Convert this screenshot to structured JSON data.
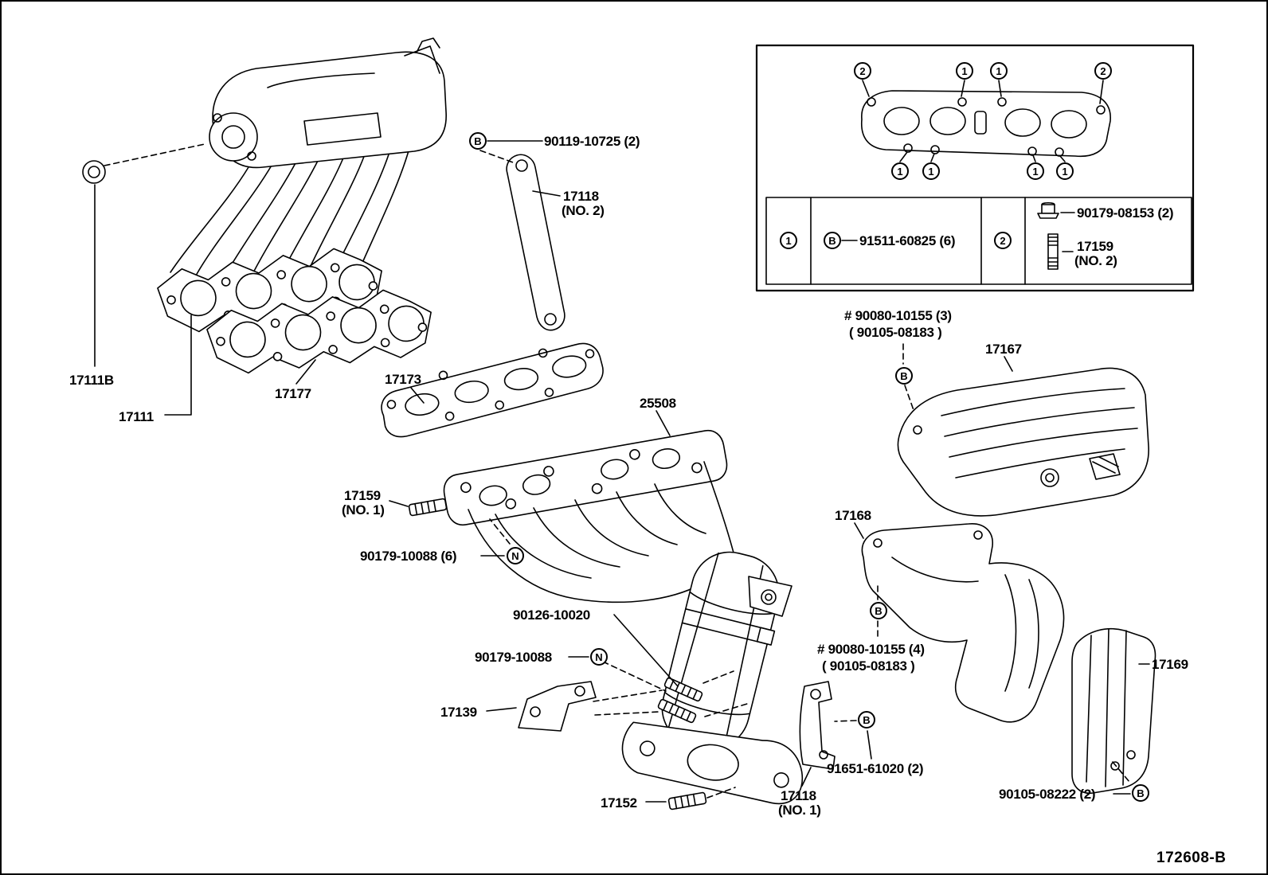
{
  "meta": {
    "sheet_code": "172608-B"
  },
  "symbols": {
    "b": "B",
    "n": "N"
  },
  "callouts": {
    "c1": "1",
    "c2": "2"
  },
  "labels": {
    "p90119": {
      "text": "90119-10725 (2)"
    },
    "p17118_2a": {
      "text": "17118"
    },
    "p17118_2b": {
      "text": "(NO. 2)"
    },
    "p17111b": {
      "text": "17111B"
    },
    "p17111": {
      "text": "17111"
    },
    "p17177": {
      "text": "17177"
    },
    "p17173": {
      "text": "17173"
    },
    "p25508": {
      "text": "25508"
    },
    "p17159a": {
      "text": "17159"
    },
    "p17159b": {
      "text": "(NO. 1)"
    },
    "p90179x6": {
      "text": "90179-10088 (6)"
    },
    "p90126": {
      "text": "90126-10020"
    },
    "p90179": {
      "text": "90179-10088"
    },
    "p17139": {
      "text": "17139"
    },
    "p17152": {
      "text": "17152"
    },
    "p17118_1a": {
      "text": "17118"
    },
    "p17118_1b": {
      "text": "(NO. 1)"
    },
    "p91651": {
      "text": "91651-61020 (2)"
    },
    "p90080_3a": {
      "text": "# 90080-10155 (3)"
    },
    "p90080_3b": {
      "text": "( 90105-08183 )"
    },
    "p17167": {
      "text": "17167"
    },
    "p17168": {
      "text": "17168"
    },
    "p90080_4a": {
      "text": "# 90080-10155 (4)"
    },
    "p90080_4b": {
      "text": "( 90105-08183 )"
    },
    "p17169": {
      "text": "17169"
    },
    "p90105": {
      "text": "90105-08222 (2)"
    }
  },
  "legend": {
    "row1_part": "91511-60825 (6)",
    "row2_nut_part": "90179-08153 (2)",
    "row2_stud_part": "17159",
    "row2_stud_note": "(NO. 2)"
  }
}
